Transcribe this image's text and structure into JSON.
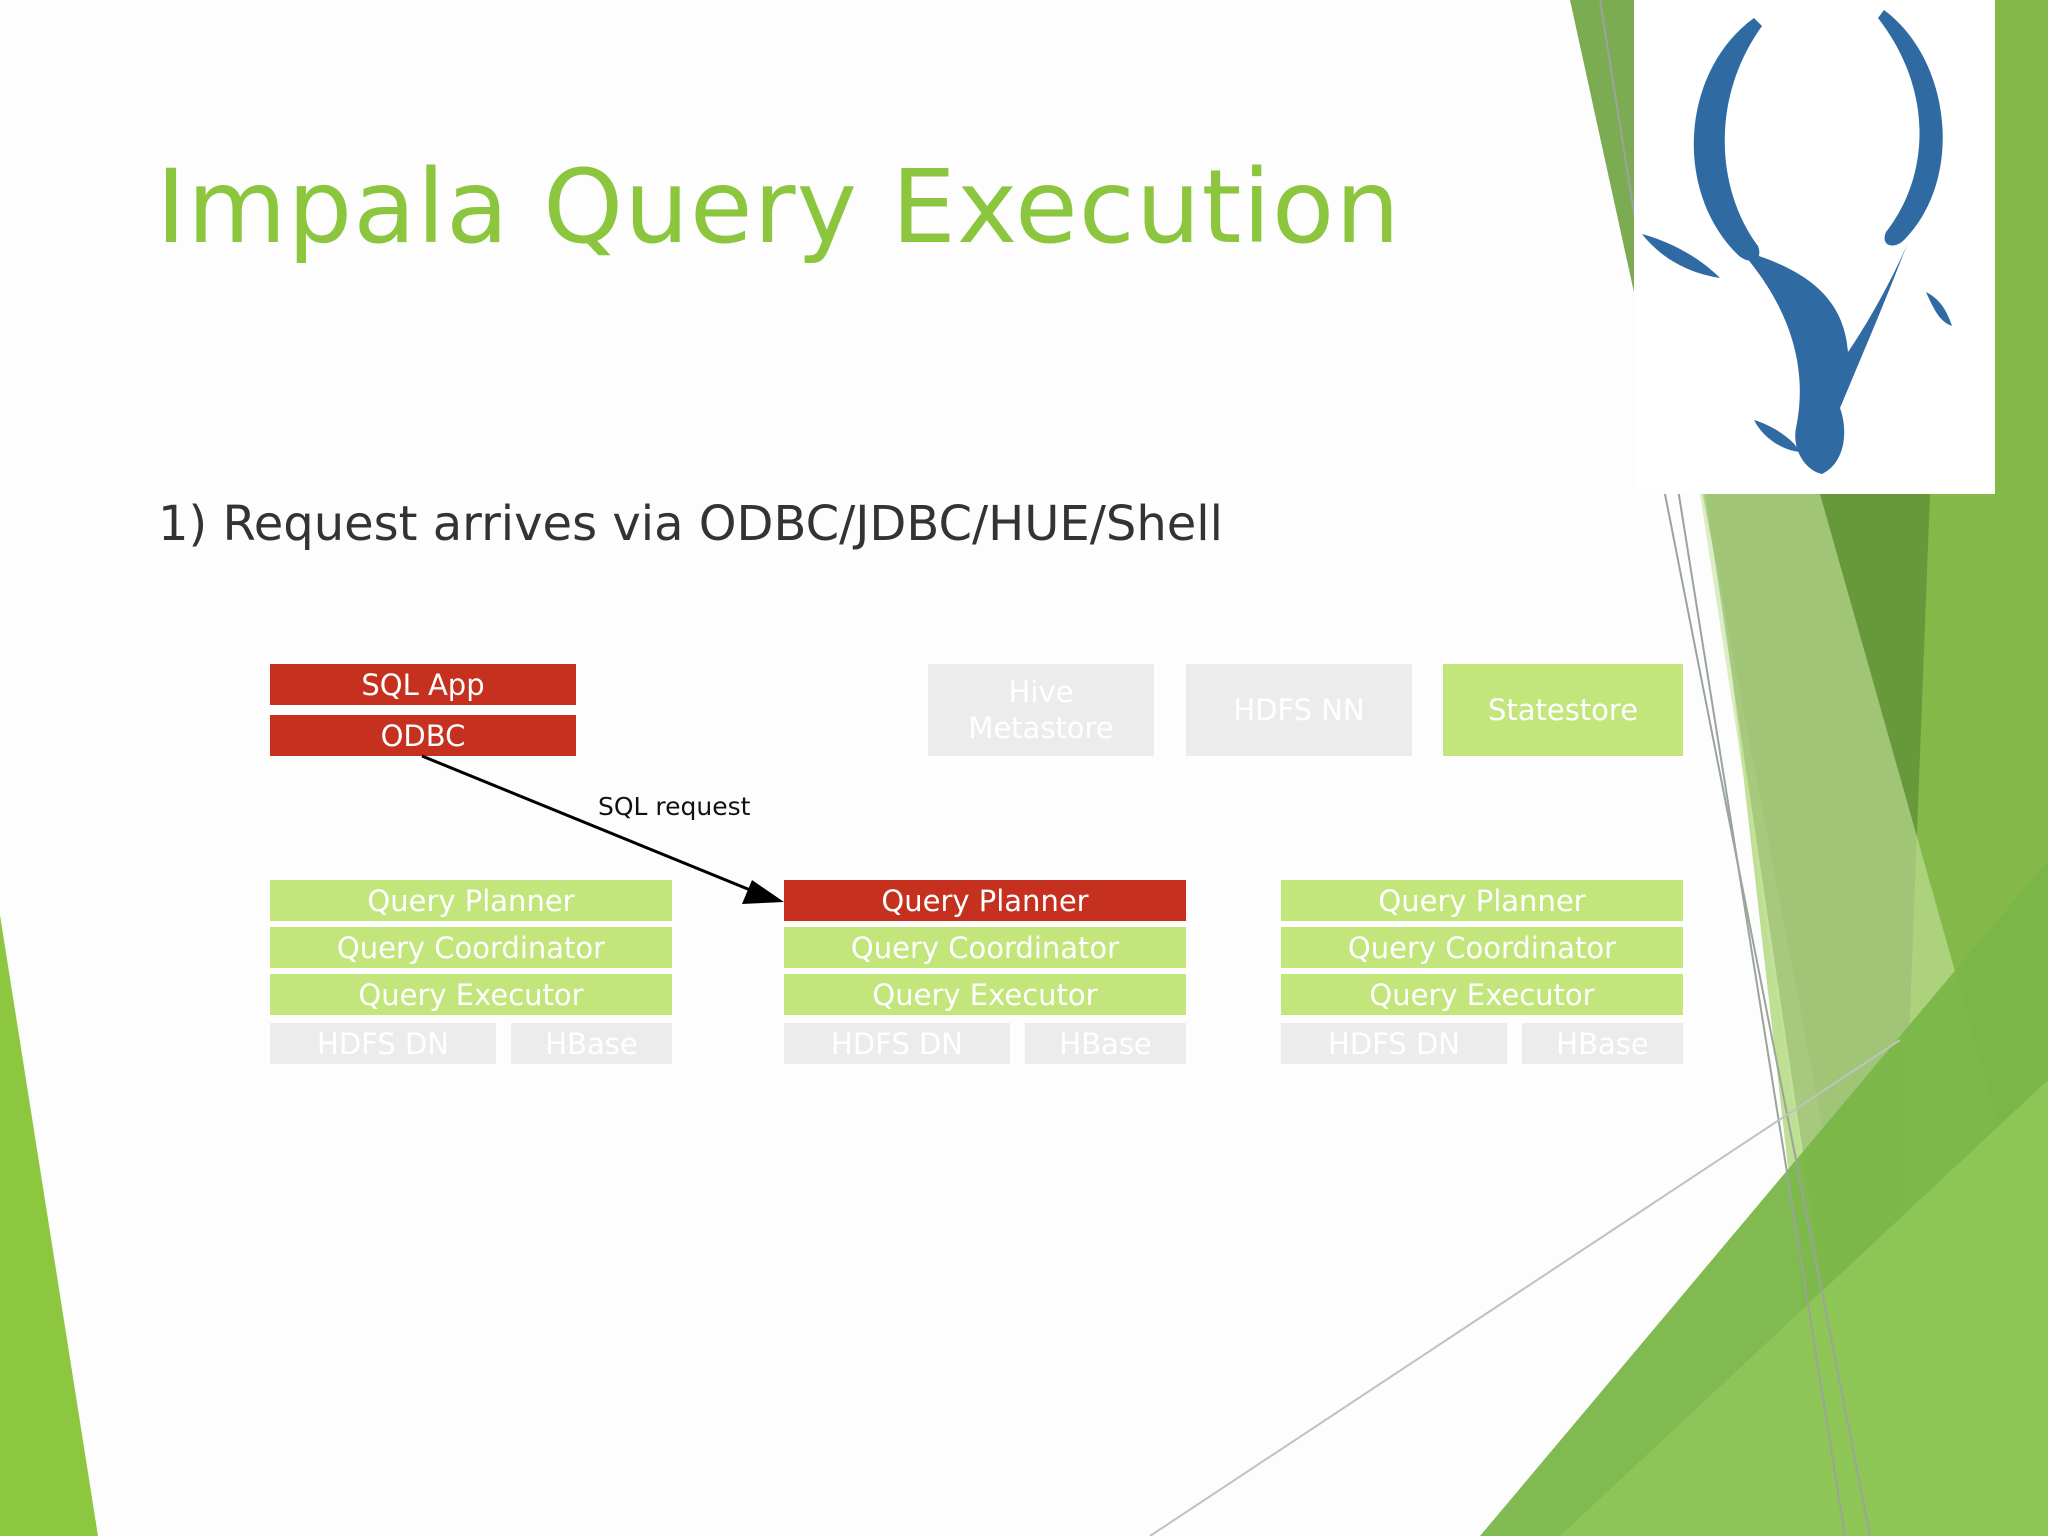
{
  "slide": {
    "title": "Impala Query Execution",
    "subtitle": "1) Request arrives via ODBC/JDBC/HUE/Shell"
  },
  "logo": {
    "icon": "impala-antelope-logo-icon",
    "color": "#2f6aa3"
  },
  "colors": {
    "title": "#8cc63f",
    "highlight": "#c5301f",
    "component": "#c2e57c",
    "inactive": "#ececec",
    "decor_green": "#7cb342"
  },
  "client": {
    "app": "SQL App",
    "driver": "ODBC"
  },
  "services": {
    "hive": "Hive\nMetastore",
    "hdfs_nn": "HDFS NN",
    "statestore": "Statestore"
  },
  "arrow": {
    "label": "SQL request"
  },
  "nodes": [
    {
      "planner": "Query Planner",
      "coordinator": "Query Coordinator",
      "executor": "Query Executor",
      "hdfs": "HDFS DN",
      "hbase": "HBase",
      "active": false
    },
    {
      "planner": "Query Planner",
      "coordinator": "Query Coordinator",
      "executor": "Query Executor",
      "hdfs": "HDFS DN",
      "hbase": "HBase",
      "active": true
    },
    {
      "planner": "Query Planner",
      "coordinator": "Query Coordinator",
      "executor": "Query Executor",
      "hdfs": "HDFS DN",
      "hbase": "HBase",
      "active": false
    }
  ]
}
